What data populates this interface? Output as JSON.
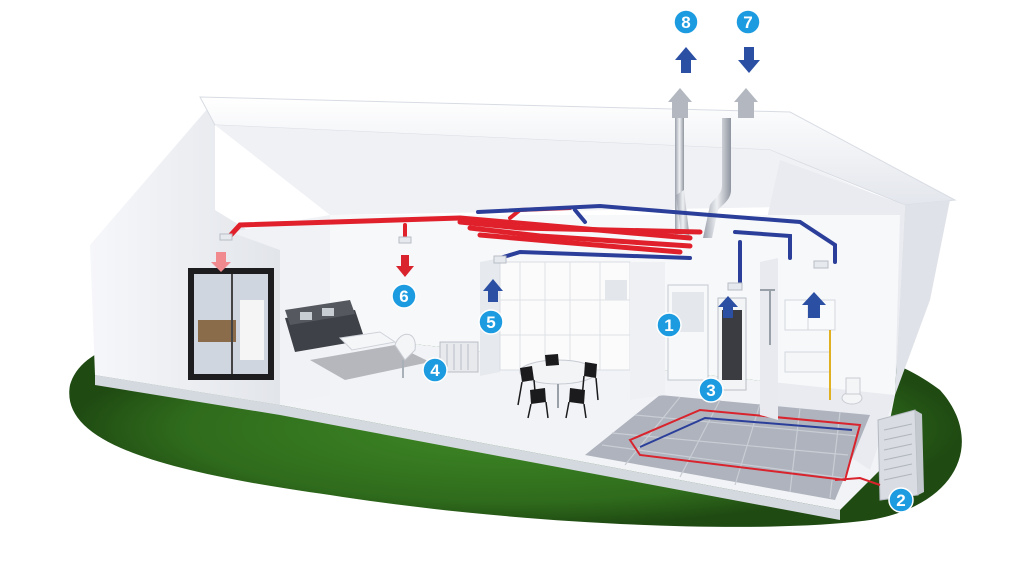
{
  "colors": {
    "background": "#ffffff",
    "grass": "#2f6b1c",
    "warm_duct": "#e0202b",
    "cool_duct": "#2b3f9a",
    "badge": "#1d9be0",
    "arrow_blue": "#2b4fa3",
    "arrow_red": "#d9232d",
    "arrow_pink": "#f08a8f",
    "wall": "#eef0f4",
    "floor": "#e9ebef",
    "tile": "#a6acb6"
  },
  "callouts": [
    {
      "id": "1",
      "label": "1",
      "component": "ventilation-unit"
    },
    {
      "id": "2",
      "label": "2",
      "component": "outdoor-heat-pump"
    },
    {
      "id": "3",
      "label": "3",
      "component": "hot-water-tank"
    },
    {
      "id": "4",
      "label": "4",
      "component": "radiator"
    },
    {
      "id": "5",
      "label": "5",
      "component": "extract-air"
    },
    {
      "id": "6",
      "label": "6",
      "component": "supply-air"
    },
    {
      "id": "7",
      "label": "7",
      "component": "outdoor-air-intake"
    },
    {
      "id": "8",
      "label": "8",
      "component": "exhaust-air-outlet"
    }
  ],
  "icons": [
    "arrow-up-icon",
    "arrow-down-icon",
    "roof-vent-icon",
    "radiator-icon",
    "sofa-icon",
    "dining-table-icon",
    "shower-icon",
    "heat-pump-icon"
  ]
}
